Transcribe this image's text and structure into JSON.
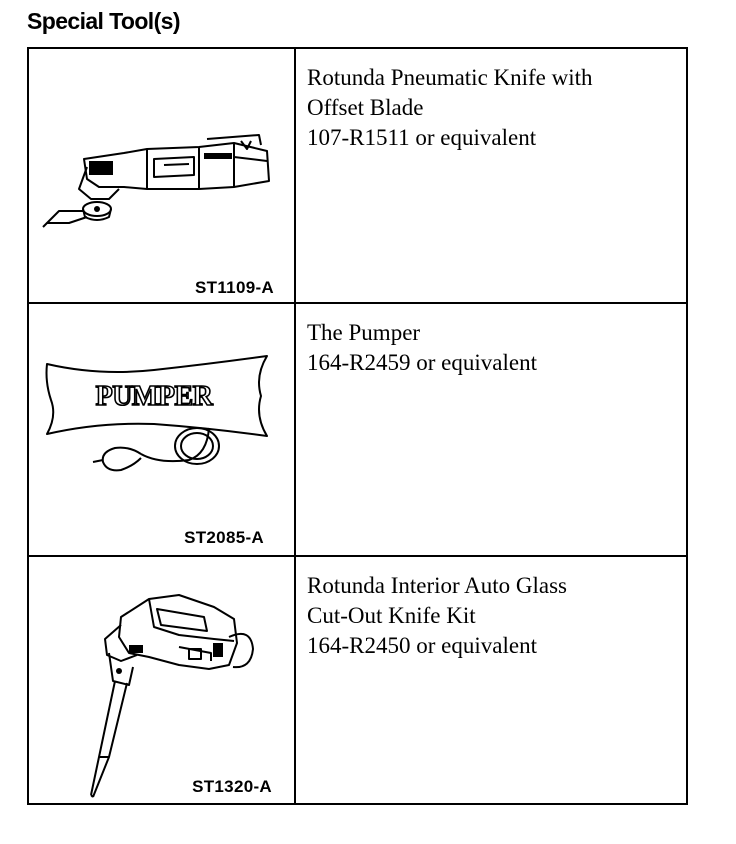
{
  "heading": "Special Tool(s)",
  "tools": [
    {
      "code": "ST1109-A",
      "name_lines": [
        "Rotunda Pneumatic Knife with",
        "Offset Blade"
      ],
      "part": "107-R1511 or equivalent",
      "illustration": "pneumatic-knife-icon"
    },
    {
      "code": "ST2085-A",
      "name_lines": [
        "The Pumper"
      ],
      "part": "164-R2459 or equivalent",
      "illustration": "pumper-bag-icon",
      "bag_label": "PUMPER"
    },
    {
      "code": "ST1320-A",
      "name_lines": [
        "Rotunda Interior Auto Glass",
        "Cut-Out Knife Kit"
      ],
      "part": "164-R2450 or equivalent",
      "illustration": "glass-cutout-knife-icon"
    }
  ]
}
